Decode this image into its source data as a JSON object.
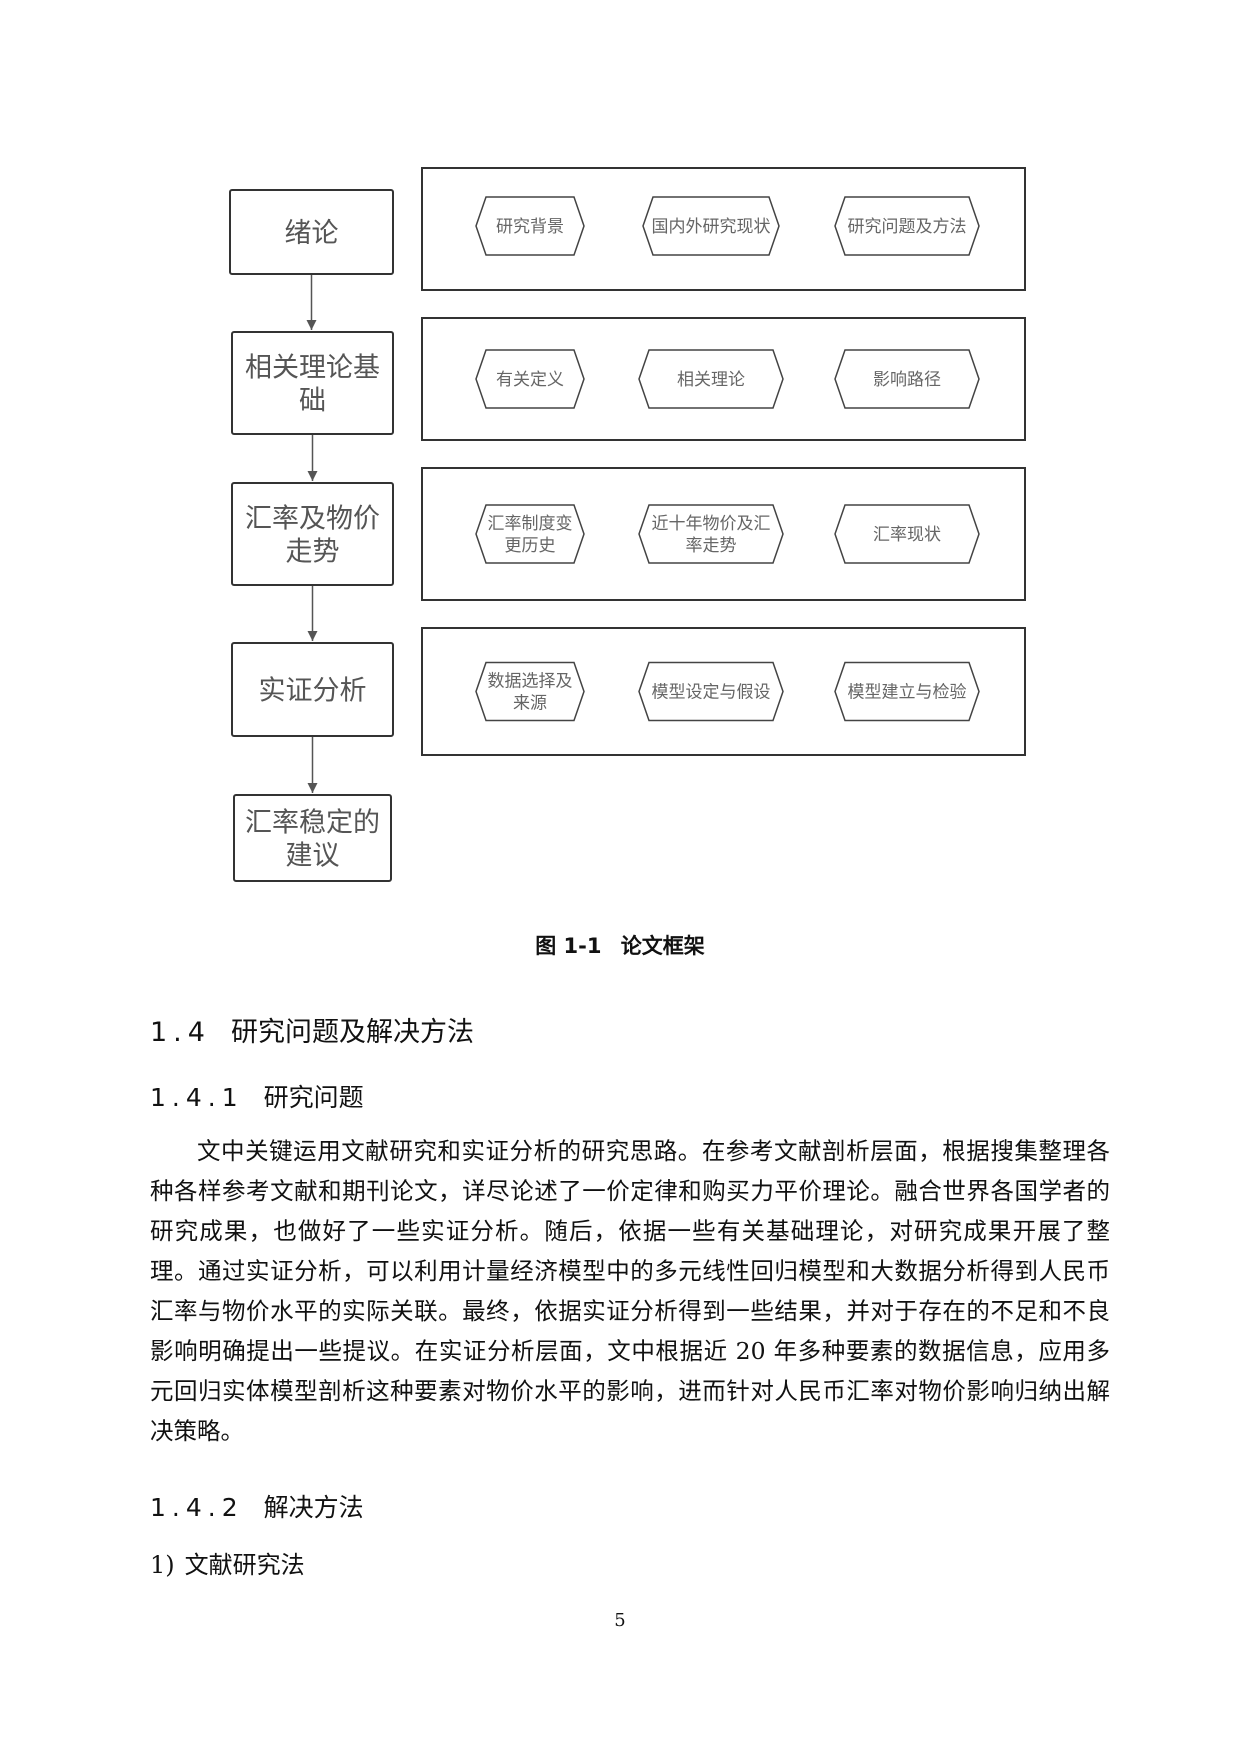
{
  "diagram": {
    "main_steps": [
      {
        "lines": [
          "绪论"
        ]
      },
      {
        "lines": [
          "相关理论基",
          "础"
        ]
      },
      {
        "lines": [
          "汇率及物价",
          "走势"
        ]
      },
      {
        "lines": [
          "实证分析"
        ]
      },
      {
        "lines": [
          "汇率稳定的",
          "建议"
        ]
      }
    ],
    "rows": [
      {
        "items": [
          {
            "lines": [
              "研究背景"
            ]
          },
          {
            "lines": [
              "国内外研究现状"
            ]
          },
          {
            "lines": [
              "研究问题及方法"
            ]
          }
        ]
      },
      {
        "items": [
          {
            "lines": [
              "有关定义"
            ]
          },
          {
            "lines": [
              "相关理论"
            ]
          },
          {
            "lines": [
              "影响路径"
            ]
          }
        ]
      },
      {
        "items": [
          {
            "lines": [
              "汇率制度变",
              "更历史"
            ]
          },
          {
            "lines": [
              "近十年物价及汇",
              "率走势"
            ]
          },
          {
            "lines": [
              "汇率现状"
            ]
          }
        ]
      },
      {
        "items": [
          {
            "lines": [
              "数据选择及",
              "来源"
            ]
          },
          {
            "lines": [
              "模型设定与假设"
            ]
          },
          {
            "lines": [
              "模型建立与检验"
            ]
          }
        ]
      }
    ]
  },
  "caption": {
    "number": "图 1-1",
    "title": "论文框架"
  },
  "section": {
    "number": "1.4",
    "title": "研究问题及解决方法"
  },
  "subsection_1": {
    "number": "1.4.1",
    "title": "研究问题"
  },
  "paragraph_1": "文中关键运用文献研究和实证分析的研究思路。在参考文献剖析层面，根据搜集整理各种各样参考文献和期刊论文，详尽论述了一价定律和购买力平价理论。融合世界各国学者的研究成果，也做好了一些实证分析。随后，依据一些有关基础理论，对研究成果开展了整理。通过实证分析，可以利用计量经济模型中的多元线性回归模型和大数据分析得到人民币汇率与物价水平的实际关联。最终，依据实证分析得到一些结果，并对于存在的不足和不良影响明确提出一些提议。在实证分析层面，文中根据近 20 年多种要素的数据信息，应用多元回归实体模型剖析这种要素对物价水平的影响，进而针对人民币汇率对物价影响归纳出解决策略。",
  "subsection_2": {
    "number": "1.4.2",
    "title": "解决方法"
  },
  "list_item_1": {
    "marker": "1)",
    "text": "文献研究法"
  },
  "page_number": "5"
}
